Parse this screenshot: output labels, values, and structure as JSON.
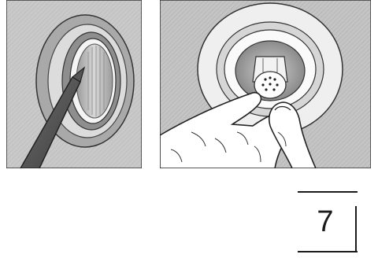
{
  "page": {
    "number": "7"
  },
  "illustrations": [
    {
      "icon": "tweezers-removing-membrane-illustration"
    },
    {
      "icon": "fingers-inserting-connector-illustration"
    }
  ]
}
